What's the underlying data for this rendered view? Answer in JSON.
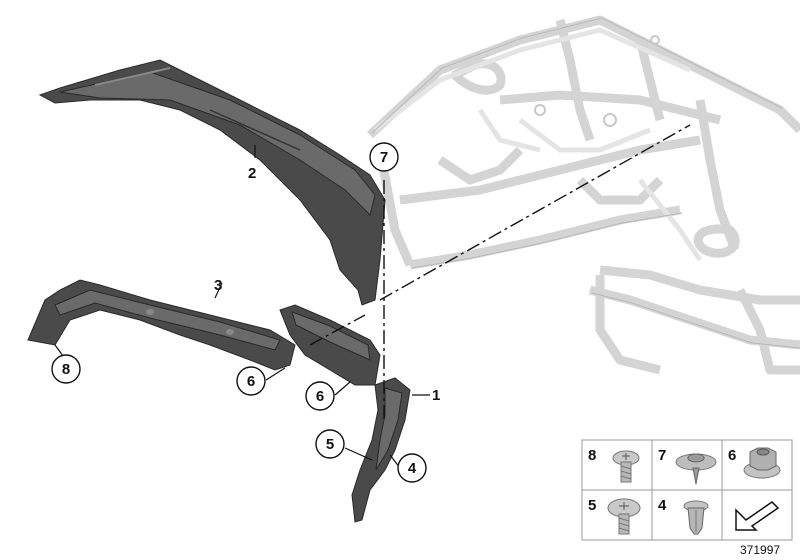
{
  "callouts": {
    "c1": "1",
    "c2": "2",
    "c3": "3",
    "c4": "4",
    "c5": "5",
    "c6a": "6",
    "c6b": "6",
    "c7": "7",
    "c8": "8"
  },
  "legend": {
    "cells": [
      {
        "num": "8",
        "icon": "torx-screw-icon"
      },
      {
        "num": "7",
        "icon": "flat-washer-nut-icon"
      },
      {
        "num": "6",
        "icon": "hex-flange-nut-icon"
      },
      {
        "num": "5",
        "icon": "torx-pan-screw-icon"
      },
      {
        "num": "4",
        "icon": "expansion-rivet-icon"
      },
      {
        "num": "",
        "icon": "direction-arrow-icon"
      }
    ]
  },
  "reference_number": "371997"
}
